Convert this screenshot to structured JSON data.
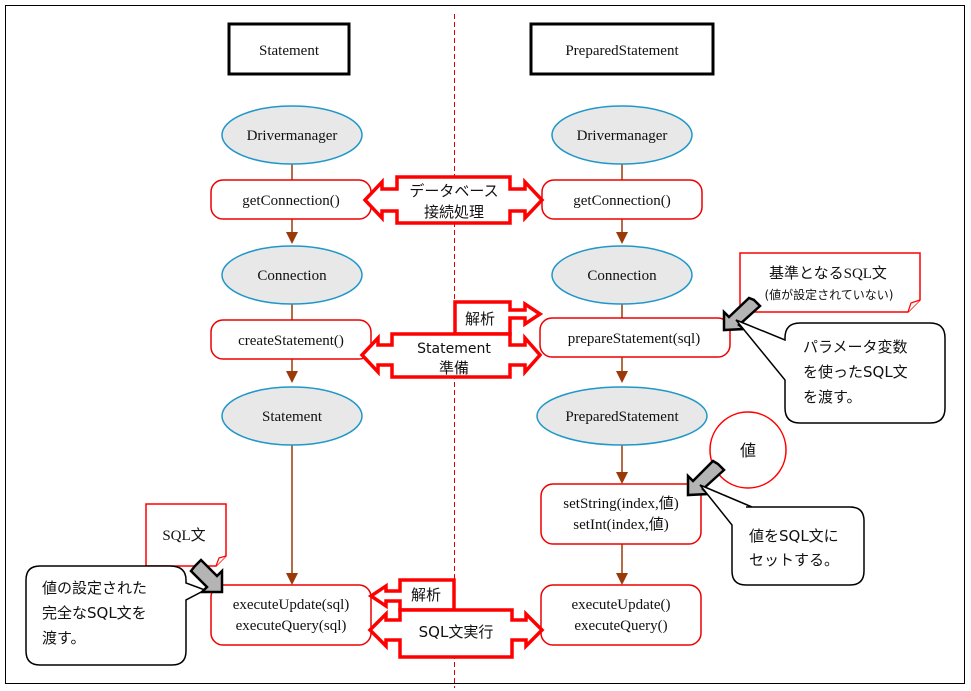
{
  "colors": {
    "frame": "#000000",
    "divider": "#e00000",
    "process_border": "#ee0000",
    "ellipse_fill": "#e8e8e8",
    "ellipse_border": "#1f97c8",
    "connector": "#9a3a08",
    "block_arrow": "#ff0000",
    "pointer_arrow_fill": "#b4b4b4"
  },
  "left": {
    "header": "Statement",
    "nodes": [
      {
        "type": "ellipse",
        "label": "Drivermanager"
      },
      {
        "type": "process",
        "lines": [
          "getConnection()"
        ]
      },
      {
        "type": "ellipse",
        "label": "Connection"
      },
      {
        "type": "process",
        "lines": [
          "createStatement()"
        ]
      },
      {
        "type": "ellipse",
        "label": "Statement"
      },
      {
        "type": "process",
        "lines": [
          "executeUpdate(sql)",
          "executeQuery(sql)"
        ]
      }
    ]
  },
  "right": {
    "header": "PreparedStatement",
    "nodes": [
      {
        "type": "ellipse",
        "label": "Drivermanager"
      },
      {
        "type": "process",
        "lines": [
          "getConnection()"
        ]
      },
      {
        "type": "ellipse",
        "label": "Connection"
      },
      {
        "type": "process",
        "lines": [
          "prepareStatement(sql)"
        ]
      },
      {
        "type": "ellipse",
        "label": "PreparedStatement"
      },
      {
        "type": "process",
        "lines": [
          "setString(index,値)",
          "setInt(index,値)"
        ]
      },
      {
        "type": "process",
        "lines": [
          "executeUpdate()",
          "executeQuery()"
        ]
      }
    ]
  },
  "middle": {
    "db_connect": [
      "データベース",
      "接続処理"
    ],
    "stmt_prepare": [
      "Statement",
      "準備"
    ],
    "parse_label_top": "解析",
    "parse_label_bottom": "解析",
    "sql_execute": "SQL文実行"
  },
  "notes": {
    "base_sql": [
      "基準となるSQL文",
      "(値が設定されていない)"
    ],
    "param_callout": [
      "パラメータ変数",
      "を使ったSQL文",
      "を渡す。"
    ],
    "value_circle": "値",
    "value_callout": [
      "値をSQL文に",
      "セットする。"
    ],
    "sql_doc": "SQL文",
    "full_sql_callout": [
      "値の設定された",
      "完全なSQL文を",
      "渡す。"
    ]
  }
}
